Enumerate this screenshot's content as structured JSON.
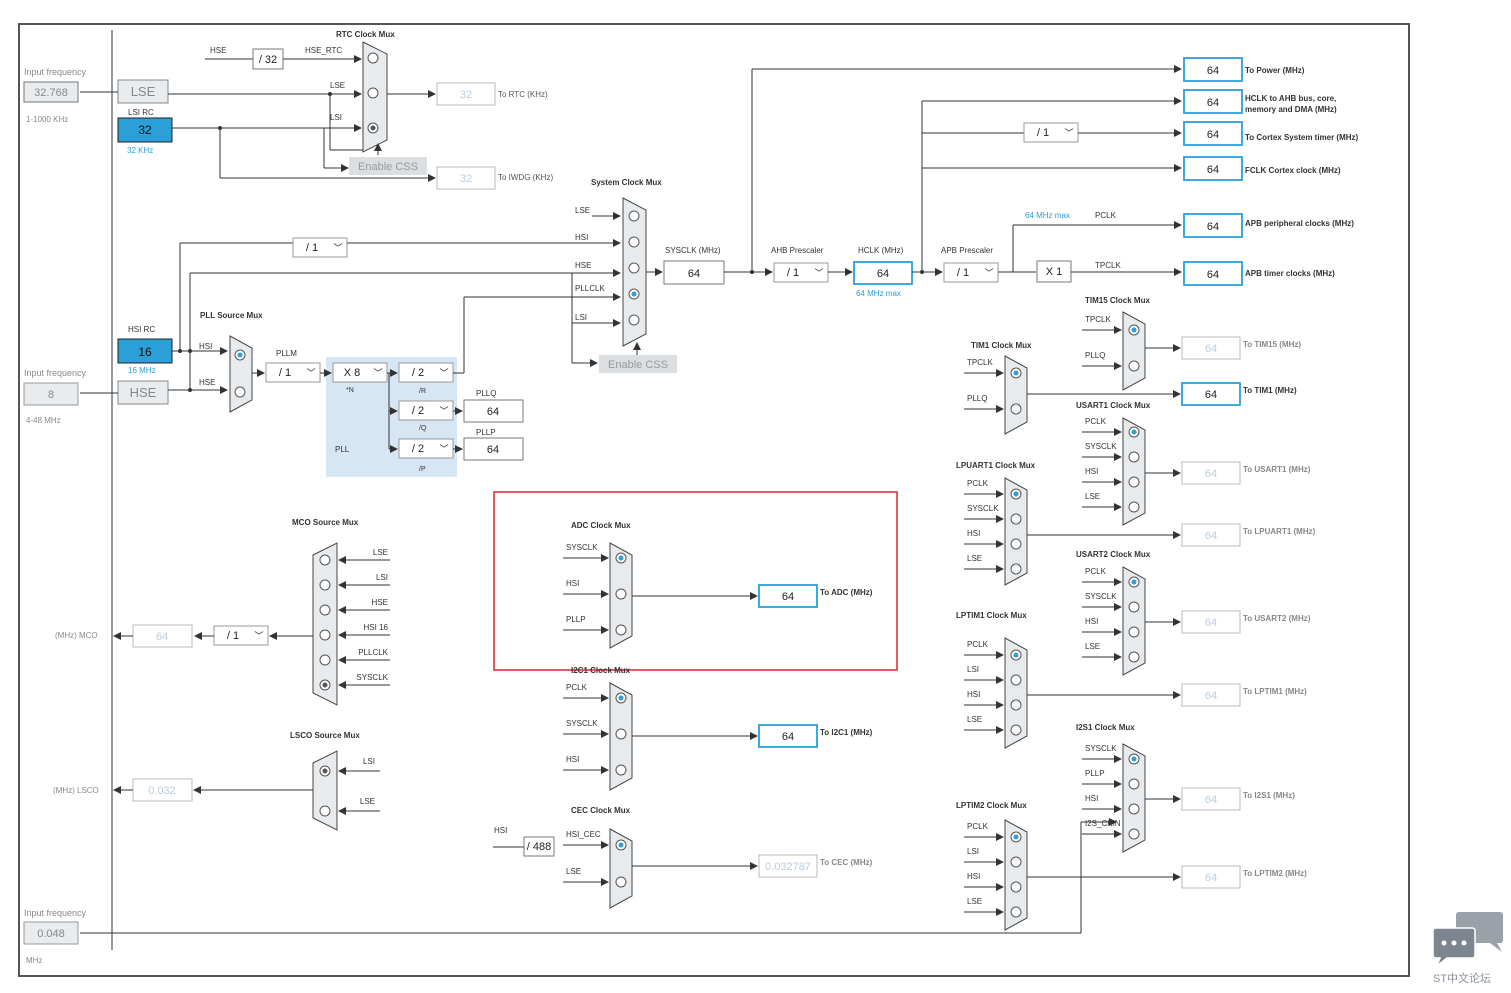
{
  "rtc_mux": {
    "title": "RTC Clock Mux",
    "hse": "HSE",
    "div": "/ 32",
    "hse_rtc": "HSE_RTC",
    "lse": "LSE",
    "lsi": "LSI",
    "enable_css": "Enable CSS",
    "to_rtc_val": "32",
    "to_rtc": "To RTC (KHz)",
    "to_iwdg_val": "32",
    "to_iwdg": "To IWDG (KHz)"
  },
  "lse_src": {
    "input_freq_label": "Input frequency",
    "input_val": "32.768",
    "range": "1-1000 KHz",
    "name": "LSE"
  },
  "lsi_src": {
    "name": "LSI RC",
    "val": "32",
    "freq": "32 KHz"
  },
  "hsi_src": {
    "name": "HSI RC",
    "val": "16",
    "freq": "16 MHz"
  },
  "hse_src": {
    "input_freq_label": "Input frequency",
    "input_val": "8",
    "range": "4-48 MHz",
    "name": "HSE"
  },
  "bottom_input": {
    "label": "Input frequency",
    "val": "0.048",
    "unit": "MHz"
  },
  "sys_mux": {
    "title": "System Clock Mux",
    "in_lse": "LSE",
    "in_hsi": "HSI",
    "in_hse": "HSE",
    "in_pllclk": "PLLCLK",
    "in_lsi": "LSI",
    "enable_css": "Enable CSS",
    "hsi_div": "/ 1"
  },
  "sysclk": {
    "label": "SYSCLK (MHz)",
    "val": "64"
  },
  "ahb": {
    "label": "AHB Prescaler",
    "div": "/ 1"
  },
  "hclk": {
    "label": "HCLK (MHz)",
    "val": "64",
    "max": "64 MHz max"
  },
  "apb": {
    "label": "APB Prescaler",
    "div": "/ 1",
    "mul": "X 1",
    "pclk": "PCLK",
    "tpclk": "TPCLK",
    "max": "64 MHz max"
  },
  "outputs": {
    "power": {
      "val": "64",
      "label": "To Power (MHz)"
    },
    "hclk_ahb": {
      "val": "64",
      "label": "HCLK to AHB bus, core,",
      "label2": "memory and DMA (MHz)"
    },
    "cortex_timer": {
      "val": "64",
      "label": "To Cortex System timer (MHz)",
      "div": "/ 1"
    },
    "fclk": {
      "val": "64",
      "label": "FCLK Cortex clock (MHz)"
    },
    "apb_periph": {
      "val": "64",
      "label": "APB peripheral clocks (MHz)"
    },
    "apb_timer": {
      "val": "64",
      "label": "APB timer clocks (MHz)"
    }
  },
  "pll": {
    "src_title": "PLL Source Mux",
    "in_hsi": "HSI",
    "in_hse": "HSE",
    "pllm_label": "PLLM",
    "pllm": "/ 1",
    "n": "X 8",
    "n_label": "*N",
    "r": "/ 2",
    "r_label": "/R",
    "q": "/ 2",
    "q_label": "/Q",
    "p": "/ 2",
    "p_label": "/P",
    "pllq_label": "PLLQ",
    "pllq": "64",
    "pllp_label": "PLLP",
    "pllp": "64",
    "name": "PLL"
  },
  "mco": {
    "title": "MCO Source Mux",
    "inputs": [
      "LSE",
      "LSI",
      "HSE",
      "HSI 16",
      "PLLCLK",
      "SYSCLK"
    ],
    "div": "/ 1",
    "val": "64",
    "label": "(MHz) MCO"
  },
  "lsco": {
    "title": "LSCO Source Mux",
    "inputs": [
      "LSI",
      "LSE"
    ],
    "val": "0.032",
    "label": "(MHz) LSCO"
  },
  "adc": {
    "title": "ADC Clock Mux",
    "inputs": [
      "SYSCLK",
      "HSI",
      "PLLP"
    ],
    "val": "64",
    "label": "To ADC (MHz)"
  },
  "i2c1": {
    "title": "I2C1 Clock Mux",
    "inputs": [
      "PCLK",
      "SYSCLK",
      "HSI"
    ],
    "val": "64",
    "label": "To I2C1 (MHz)"
  },
  "cec": {
    "title": "CEC Clock Mux",
    "hsi": "HSI",
    "div": "/ 488",
    "inputs": [
      "HSI_CEC",
      "LSE"
    ],
    "val": "0.032787",
    "label": "To CEC (MHz)"
  },
  "tim15": {
    "title": "TIM15 Clock Mux",
    "inputs": [
      "TPCLK",
      "PLLQ"
    ],
    "val": "64",
    "label": "To TIM15 (MHz)"
  },
  "tim1": {
    "title": "TIM1 Clock Mux",
    "inputs": [
      "TPCLK",
      "PLLQ"
    ],
    "val": "64",
    "label": "To TIM1 (MHz)"
  },
  "usart1": {
    "title": "USART1 Clock Mux",
    "inputs": [
      "PCLK",
      "SYSCLK",
      "HSI",
      "LSE"
    ],
    "val": "64",
    "label": "To USART1 (MHz)"
  },
  "lpuart1": {
    "title": "LPUART1 Clock Mux",
    "inputs": [
      "PCLK",
      "SYSCLK",
      "HSI",
      "LSE"
    ],
    "val": "64",
    "label": "To LPUART1 (MHz)"
  },
  "usart2": {
    "title": "USART2 Clock Mux",
    "inputs": [
      "PCLK",
      "SYSCLK",
      "HSI",
      "LSE"
    ],
    "val": "64",
    "label": "To USART2 (MHz)"
  },
  "lptim1": {
    "title": "LPTIM1 Clock Mux",
    "inputs": [
      "PCLK",
      "LSI",
      "HSI",
      "LSE"
    ],
    "val": "64",
    "label": "To LPTIM1 (MHz)"
  },
  "i2s1": {
    "title": "I2S1 Clock Mux",
    "inputs": [
      "SYSCLK",
      "PLLP",
      "HSI",
      "I2S_CKIN"
    ],
    "val": "64",
    "label": "To I2S1 (MHz)"
  },
  "lptim2": {
    "title": "LPTIM2 Clock Mux",
    "inputs": [
      "PCLK",
      "LSI",
      "HSI",
      "LSE"
    ],
    "val": "64",
    "label": "To LPTIM2 (MHz)"
  },
  "watermark": "ST中文论坛",
  "colors": {
    "accent": "#2a9fd8",
    "highlight": "#d9262e",
    "pll_bg": "#d6e6f4"
  }
}
